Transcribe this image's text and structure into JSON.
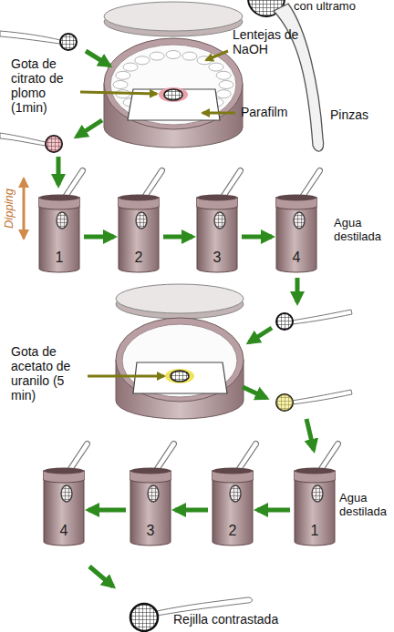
{
  "diagram": {
    "nodes": [
      {
        "text": [
          "1"
        ]
      },
      {
        "text": [
          "2"
        ]
      },
      {
        "text": [
          "3"
        ]
      },
      {
        "text": [
          "4"
        ]
      },
      {
        "text": [
          "1"
        ]
      },
      {
        "text": [
          "2"
        ]
      },
      {
        "text": [
          "3"
        ]
      },
      {
        "text": [
          "4"
        ]
      }
    ],
    "edges": [
      {
        "from": 0,
        "to": 1,
        "arrow": "to"
      },
      {
        "from": 1,
        "to": 2,
        "arrow": "to"
      },
      {
        "from": 2,
        "to": 3,
        "arrow": "to"
      },
      {
        "from": 4,
        "to": 5,
        "arrow": "to"
      },
      {
        "from": 5,
        "to": 6,
        "arrow": "to"
      },
      {
        "from": 6,
        "to": 7,
        "arrow": "to"
      }
    ],
    "labels": [
      "con ultramo",
      "Gota de citrato de plomo (1min)",
      "Lentejas de NaOH",
      "Parafilm",
      "Pinzas",
      "Dipping",
      "Agua destilada",
      "Gota de acetato de uranilo (5 min)",
      "Agua destilada",
      "Rejilla contrastada"
    ]
  }
}
